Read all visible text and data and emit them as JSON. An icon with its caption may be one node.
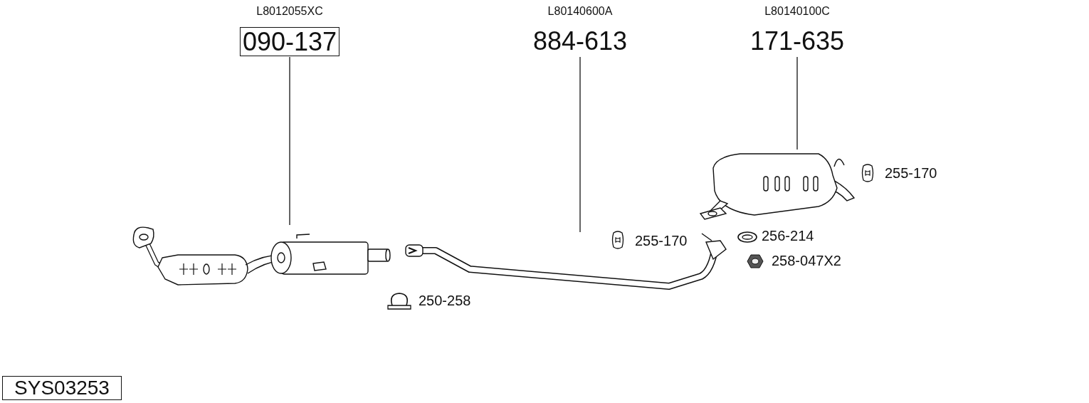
{
  "diagram": {
    "nodes": [
      {
        "text": [
          "L8012055XC",
          "090-137"
        ]
      },
      {
        "text": [
          "L80140600A",
          "884-613"
        ]
      },
      {
        "text": [
          "L80140100C",
          "171-635"
        ]
      },
      {
        "text": [],
        "shape": "picture"
      },
      {
        "text": [],
        "shape": "picture"
      },
      {
        "text": [],
        "shape": "picture"
      },
      {
        "text": [
          "SYS03253"
        ]
      }
    ],
    "edges": [
      {
        "from": 0,
        "to": 3,
        "arrow": "none"
      },
      {
        "from": 1,
        "to": 4,
        "arrow": "none"
      },
      {
        "from": 2,
        "to": 5,
        "arrow": "none"
      }
    ],
    "labels": [
      "255-170",
      "256-214",
      "255-170",
      "258-047X2",
      "250-258"
    ]
  }
}
